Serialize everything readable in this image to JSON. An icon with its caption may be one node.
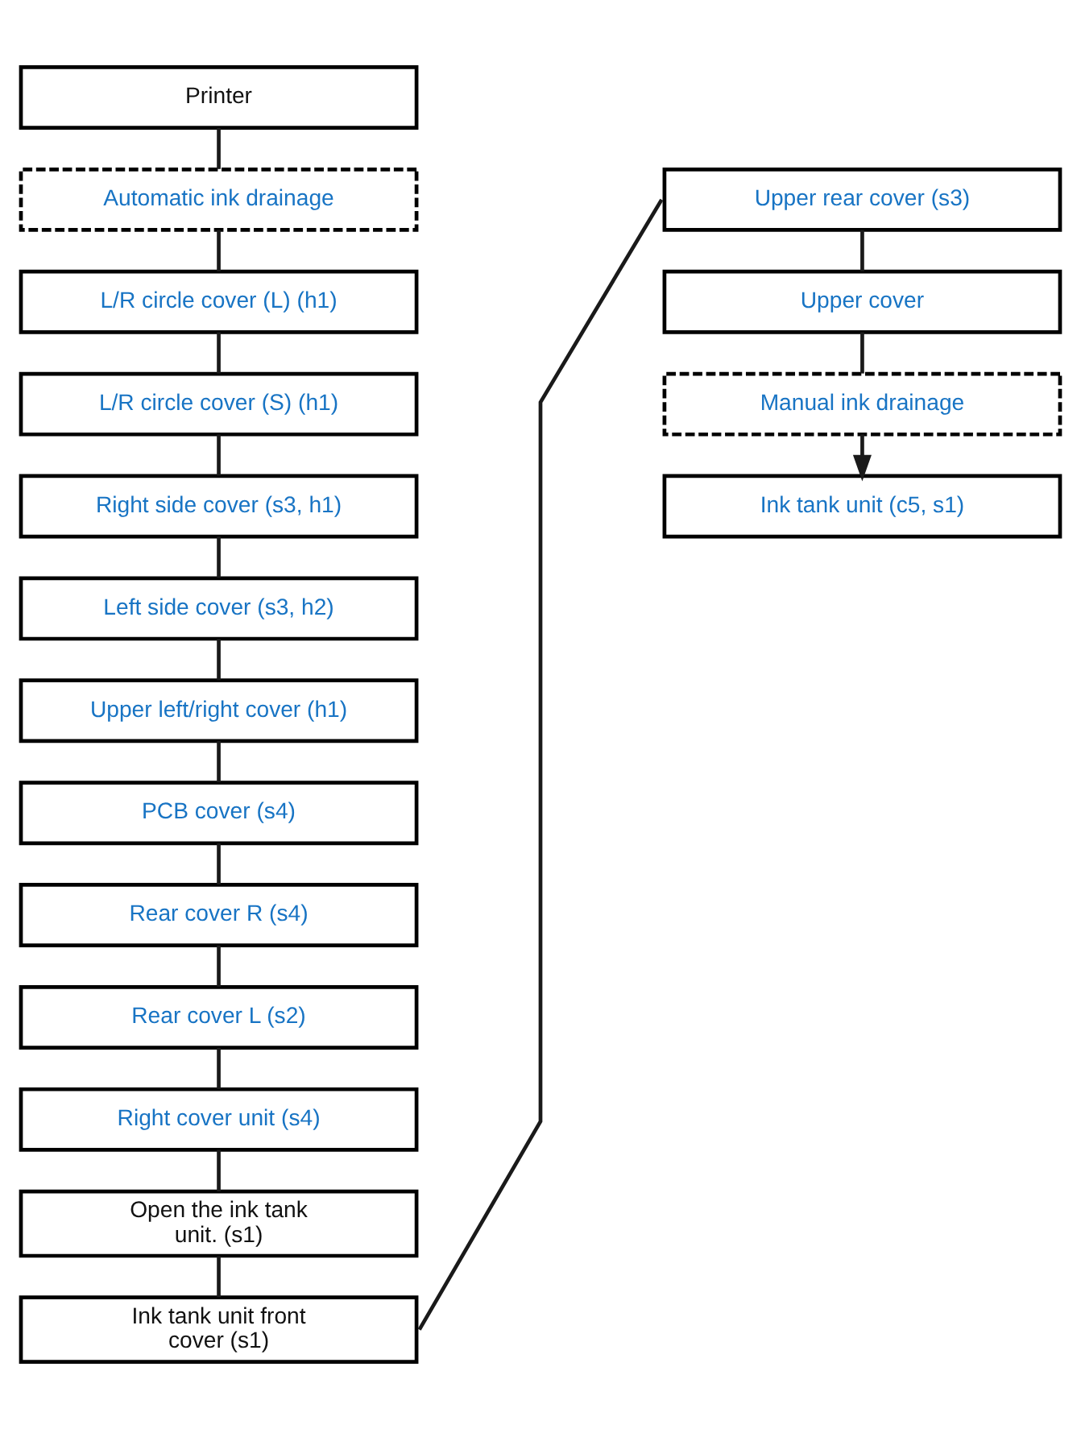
{
  "diagram": {
    "nodes": [
      {
        "text": [
          "Printer"
        ]
      },
      {
        "text": [
          "Automatic ink drainage"
        ]
      },
      {
        "text": [
          "L/R circle cover (L) (h1)"
        ]
      },
      {
        "text": [
          "L/R circle cover (S) (h1)"
        ]
      },
      {
        "text": [
          "Right side cover (s3, h1)"
        ]
      },
      {
        "text": [
          "Left side cover (s3, h2)"
        ]
      },
      {
        "text": [
          "Upper left/right cover (h1)"
        ]
      },
      {
        "text": [
          "PCB cover (s4)"
        ]
      },
      {
        "text": [
          "Rear cover R (s4)"
        ]
      },
      {
        "text": [
          "Rear cover L (s2)"
        ]
      },
      {
        "text": [
          "Right cover unit (s4)"
        ]
      },
      {
        "text": [
          "Open the ink tank unit. (s1)"
        ]
      },
      {
        "text": [
          "Ink tank unit front cover (s1)"
        ]
      },
      {
        "text": [
          "Upper rear cover (s3)"
        ]
      },
      {
        "text": [
          "Upper cover"
        ]
      },
      {
        "text": [
          "Manual ink drainage"
        ]
      },
      {
        "text": [
          "Ink tank unit (c5, s1)"
        ]
      }
    ],
    "edges": [
      {
        "from": 0,
        "to": 1,
        "arrow": "none"
      },
      {
        "from": 1,
        "to": 2,
        "arrow": "none"
      },
      {
        "from": 2,
        "to": 3,
        "arrow": "none"
      },
      {
        "from": 3,
        "to": 4,
        "arrow": "none"
      },
      {
        "from": 4,
        "to": 5,
        "arrow": "none"
      },
      {
        "from": 5,
        "to": 6,
        "arrow": "none"
      },
      {
        "from": 6,
        "to": 7,
        "arrow": "none"
      },
      {
        "from": 7,
        "to": 8,
        "arrow": "none"
      },
      {
        "from": 8,
        "to": 9,
        "arrow": "none"
      },
      {
        "from": 9,
        "to": 10,
        "arrow": "none"
      },
      {
        "from": 10,
        "to": 11,
        "arrow": "none"
      },
      {
        "from": 11,
        "to": 12,
        "arrow": "none"
      },
      {
        "from": 12,
        "to": 13,
        "arrow": "none"
      },
      {
        "from": 13,
        "to": 14,
        "arrow": "none"
      },
      {
        "from": 14,
        "to": 15,
        "arrow": "none"
      },
      {
        "from": 15,
        "to": 16,
        "arrow": "to"
      }
    ]
  }
}
